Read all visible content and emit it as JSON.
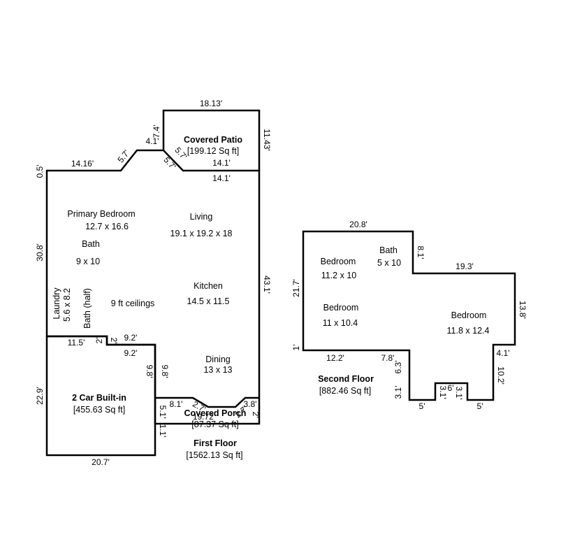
{
  "first_floor": {
    "title": "First Floor",
    "area": "[1562.13 Sq ft]",
    "rooms": {
      "covered_patio": {
        "name": "Covered Patio",
        "area": "[199.12 Sq ft]"
      },
      "primary_bedroom": {
        "name": "Primary Bedroom",
        "size": "12.7 x 16.6"
      },
      "living": {
        "name": "Living",
        "size": "19.1 x 19.2 x 18"
      },
      "bath": {
        "name": "Bath",
        "size": "9 x 10"
      },
      "kitchen": {
        "name": "Kitchen",
        "size": "14.5 x 11.5"
      },
      "laundry": {
        "name": "Laundry",
        "size": "5.6 x 8.2"
      },
      "bath_half": {
        "name": "Bath (half)"
      },
      "ceilings": "9 ft ceilings",
      "dining": {
        "name": "Dining",
        "size": "13 x 13"
      },
      "garage": {
        "name": "2 Car Built-in",
        "area": "[455.63 Sq ft]"
      },
      "covered_porch": {
        "name": "Covered Porch",
        "area": "[87.37 Sq ft]"
      }
    },
    "dimensions": {
      "patio_top": "18.13'",
      "patio_right": "11.43'",
      "patio_step_v": "7.4'",
      "patio_step_h": "4.1'",
      "diag_left": "5.7'",
      "diag_inner_a": "5.7'",
      "diag_inner_b": "5.7'",
      "patio_bottom": "14.1'",
      "living_top": "14.1'",
      "top_left": "14.16'",
      "corner_small": "0.5'",
      "left_upper": "30.8'",
      "right_main": "43.1'",
      "garage_top": "11.5'",
      "step_2a": "2'",
      "step_2b": "2'",
      "step_92a": "9.2'",
      "step_92b": "9.2'",
      "garage_right": "9.8'",
      "garage_left": "22.9'",
      "garage_bottom": "20.7'",
      "porch_left": "8.1'",
      "porch_diag_a": "2.7'",
      "porch_diag_b": "2.7'",
      "porch_right": "3.8'",
      "porch_bottom": "19.72'",
      "porch_side_a": "5.1'",
      "porch_side_b": "1.1'",
      "porch_small": "2'"
    }
  },
  "second_floor": {
    "title": "Second Floor",
    "area": "[882.46 Sq ft]",
    "rooms": {
      "bedroom_1": {
        "name": "Bedroom",
        "size": "11.2 x 10"
      },
      "bath": {
        "name": "Bath",
        "size": "5 x 10"
      },
      "bedroom_2": {
        "name": "Bedroom",
        "size": "11 x 10.4"
      },
      "bedroom_3": {
        "name": "Bedroom",
        "size": "11.8 x 12.4"
      }
    },
    "dimensions": {
      "top": "20.8'",
      "step_v": "8.1'",
      "right_top": "19.3'",
      "left": "21.7'",
      "right": "13.8'",
      "left_small": "1'",
      "bottom_left": "12.2'",
      "bottom_mid": "7.8'",
      "step_63": "6.3'",
      "step_41": "4.1'",
      "step_102": "10.2'",
      "step_31a": "3.1'",
      "step_31b": "3.1'",
      "step_31c": "3.1'",
      "step_6": "6'",
      "bottom_5a": "5'",
      "bottom_5b": "5'"
    }
  }
}
